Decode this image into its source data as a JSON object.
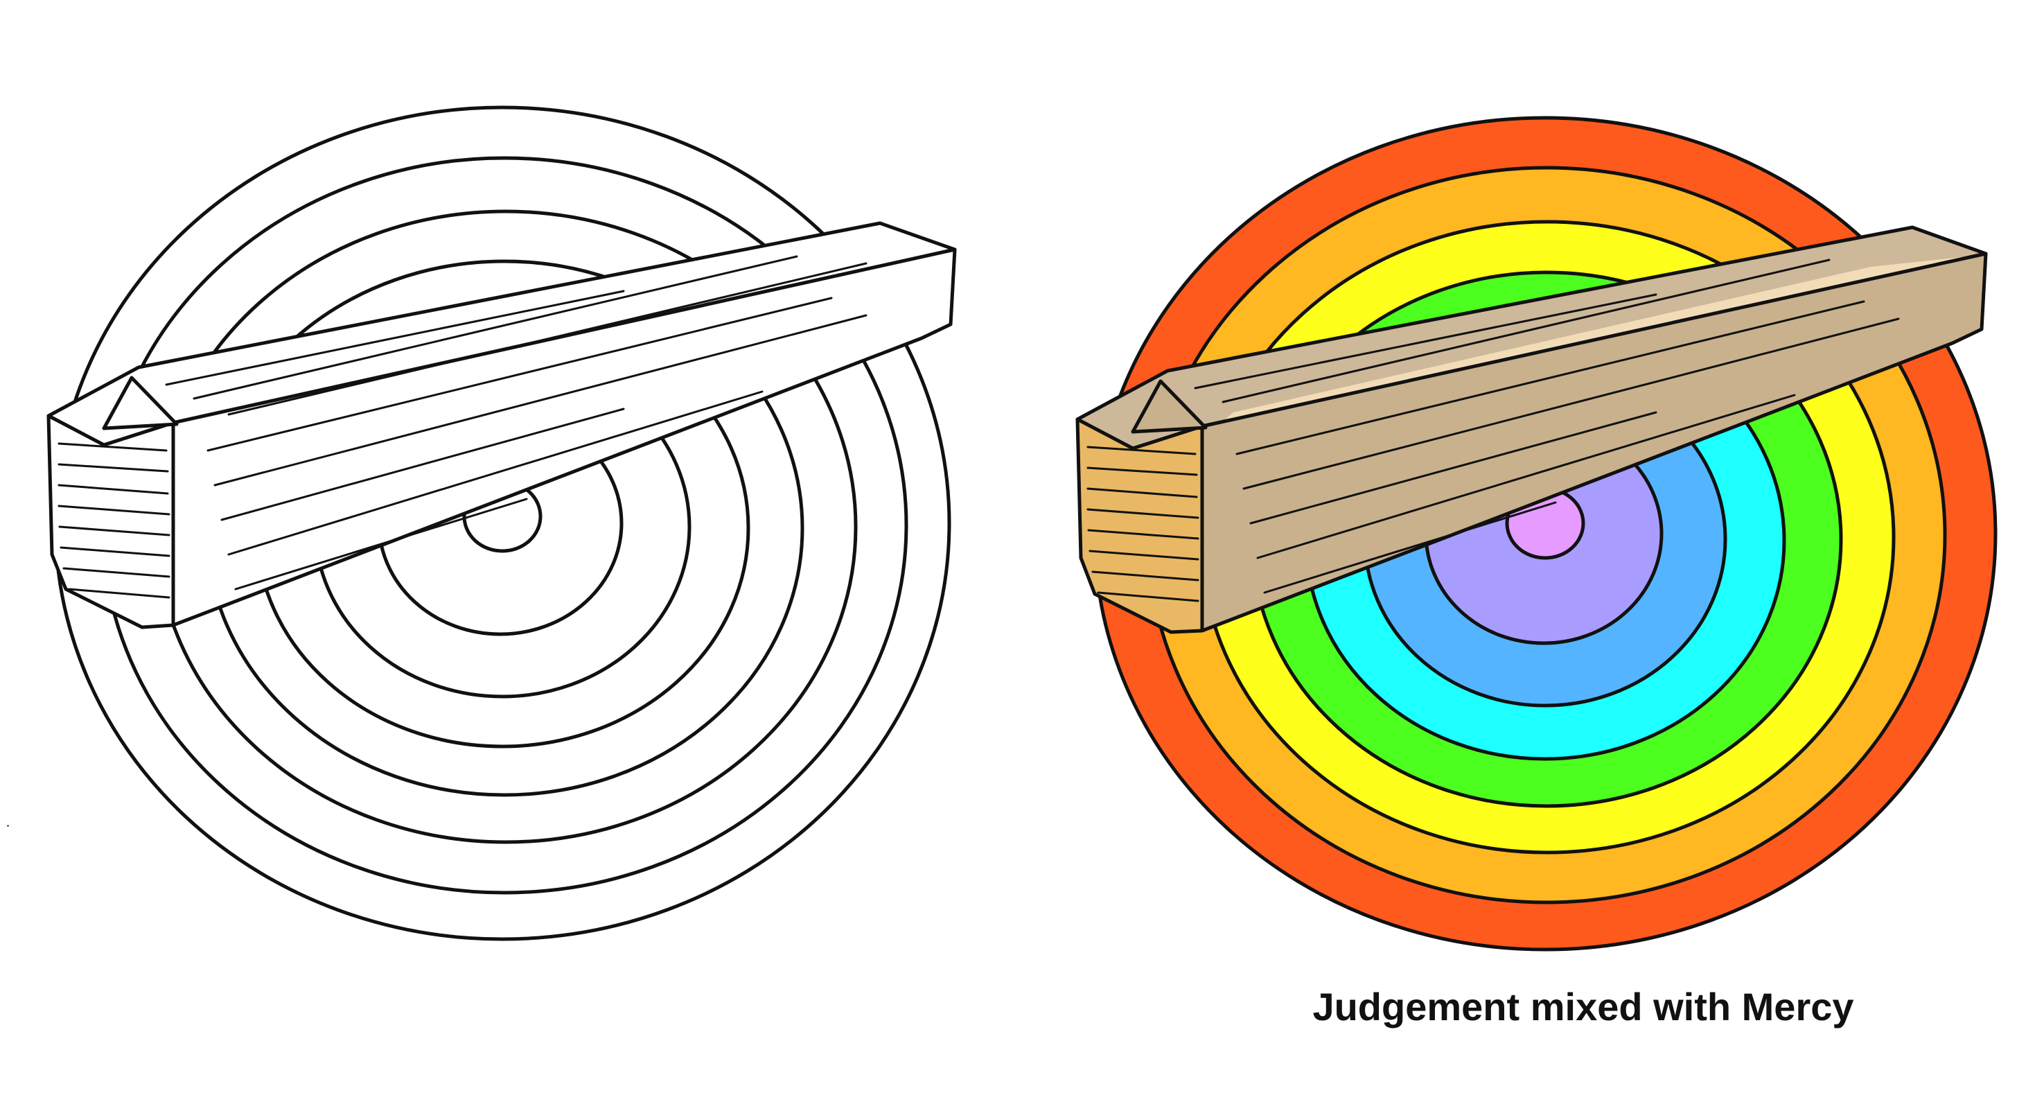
{
  "caption": "Judgement mixed with Mercy",
  "illustrations": [
    {
      "name": "line-art",
      "rings_colored": false
    },
    {
      "name": "colored",
      "rings_colored": true
    }
  ],
  "colors": {
    "ink": "#111111",
    "rainbow": [
      "#FF5A1E",
      "#FFB722",
      "#FFFF1C",
      "#4CFF1E",
      "#1EFFFF",
      "#55B4FF",
      "#A99CFF",
      "#E59BFF"
    ],
    "wood_top": "#CDB89A",
    "wood_front": "#C9B18E",
    "wood_end": "#E8B865",
    "wood_top_highlight": "#F2DCB8",
    "paper": "#FFFFFF"
  }
}
